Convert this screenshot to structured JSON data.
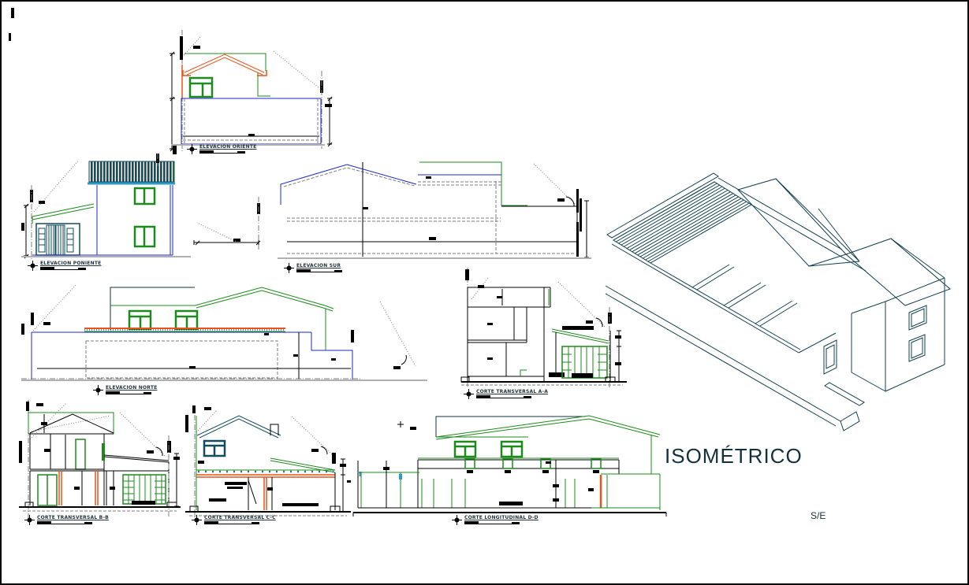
{
  "colors": {
    "blue": "#1b2bc4",
    "lightteal": "#2b9cc4",
    "darkteal": "#124c5e",
    "teal": "#1b7d8f",
    "green": "#1d8a1d",
    "orange": "#e8541c",
    "black": "#000000",
    "gray": "#7d7d7d",
    "navy": "#12303d",
    "label": "#21343f",
    "iso": "#12404f",
    "ground": "#b0b0b0"
  },
  "views": {
    "oriente": {
      "label": "ELEVACION ORIENTE"
    },
    "poniente": {
      "label": "ELEVACION PONIENTE"
    },
    "sur": {
      "label": "ELEVACION SUR"
    },
    "norte": {
      "label": "ELEVACION NORTE"
    },
    "corte_aa": {
      "label": "CORTE TRANSVERSAL A-A"
    },
    "corte_bb": {
      "label": "CORTE TRANSVERSAL B-B"
    },
    "corte_cc": {
      "label": "CORTE TRANSVERSAL C-C"
    },
    "corte_dd": {
      "label": "CORTE LONGITUDINAL D-D"
    }
  },
  "isometric": {
    "title": "ISOMÉTRICO",
    "scale": "S/E"
  }
}
